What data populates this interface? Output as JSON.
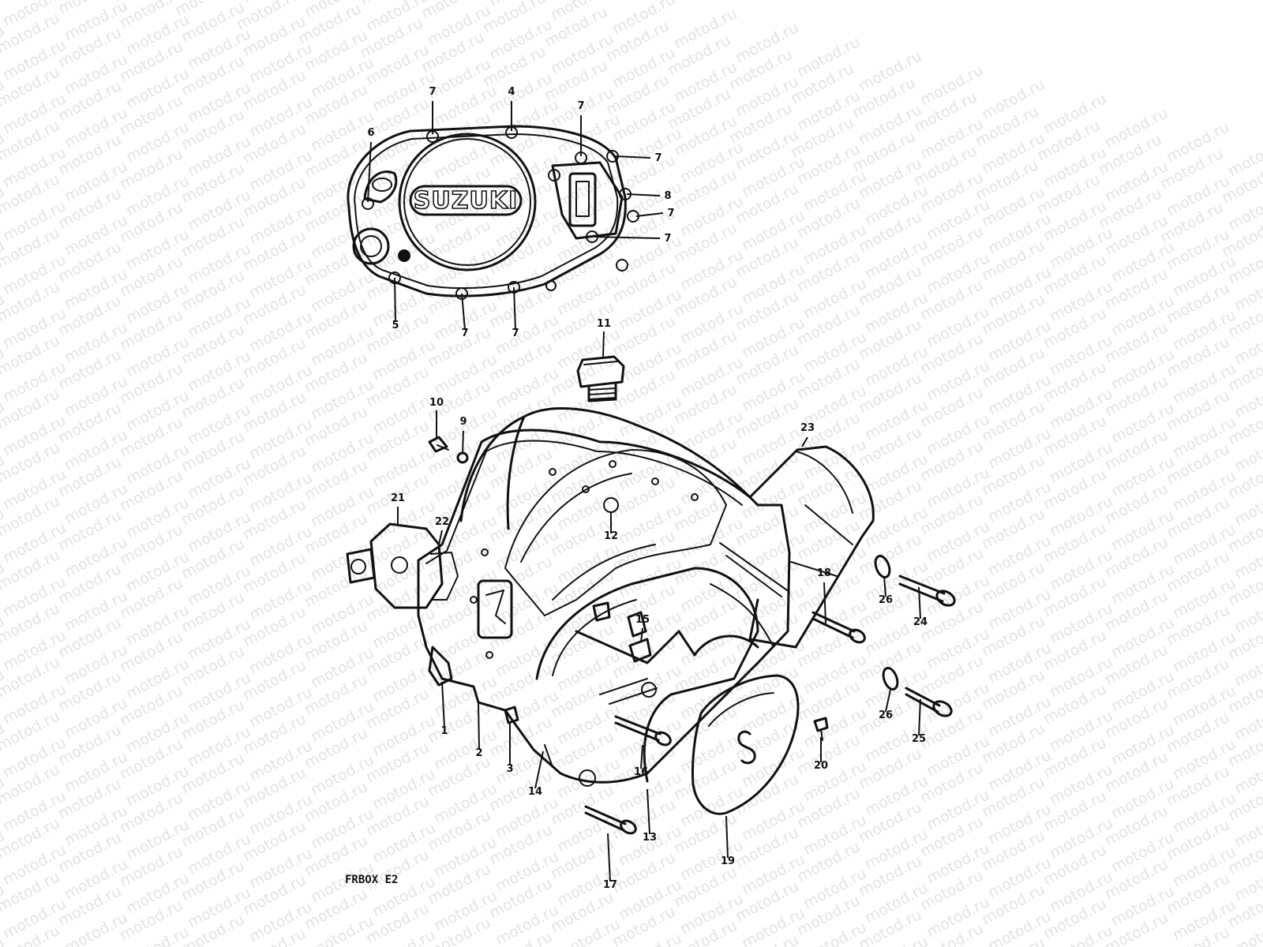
{
  "watermark": "motod.ru",
  "logo_text": "SUZUKI",
  "diagram_code": "FRBOX E2",
  "callouts": [
    "7",
    "4",
    "7",
    "6",
    "7",
    "8",
    "7",
    "7",
    "5",
    "7",
    "7",
    "11",
    "10",
    "9",
    "21",
    "22",
    "12",
    "23",
    "18",
    "26",
    "24",
    "15",
    "26",
    "25",
    "1",
    "2",
    "3",
    "14",
    "16",
    "20",
    "17",
    "13",
    "19"
  ]
}
